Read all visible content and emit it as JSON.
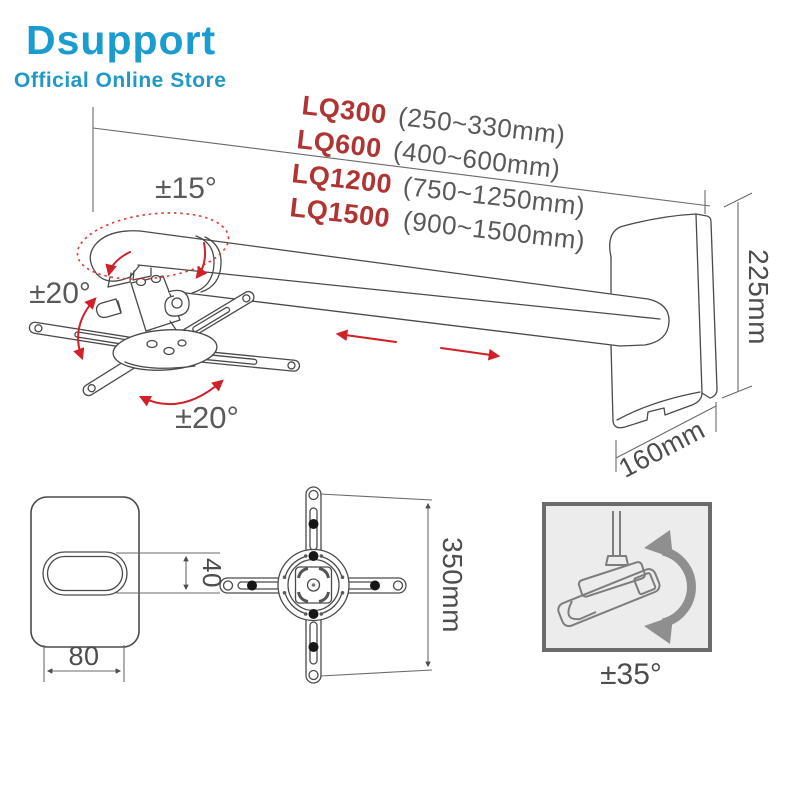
{
  "brand": {
    "name": "Dsupport",
    "tagline": "Official Online Store",
    "color": "#1b9cd0"
  },
  "models": [
    {
      "name": "LQ300",
      "range": "(250~330mm)"
    },
    {
      "name": "LQ600",
      "range": "(400~600mm)"
    },
    {
      "name": "LQ1200",
      "range": "(750~1250mm)"
    },
    {
      "name": "LQ1500",
      "range": "(900~1500mm)"
    }
  ],
  "angles": {
    "tilt": "±15°",
    "swing_upper": "±20°",
    "swing_lower": "±20°",
    "rotation": "±35°"
  },
  "dimensions": {
    "plate_height": "225mm",
    "plate_depth": "160mm",
    "cross_span": "350mm",
    "slot_height": "40",
    "slot_width": "80"
  },
  "colors": {
    "brand_blue": "#1b9cd0",
    "model_red": "#b03434",
    "arrow_red": "#cf2127",
    "line_gray": "#4a4a4a",
    "dim_text_gray": "#4d4d4d",
    "box_background": "#ececec",
    "box_border": "#6b6b6b"
  }
}
